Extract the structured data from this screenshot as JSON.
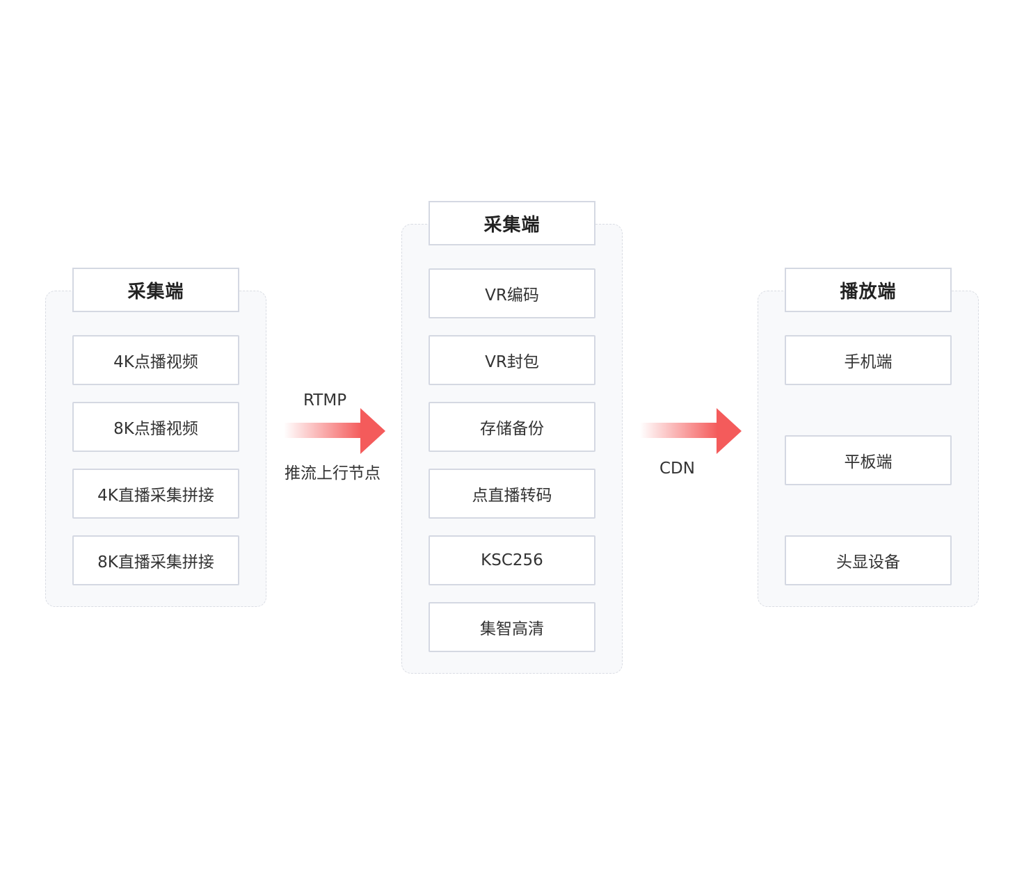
{
  "capture": {
    "title": "采集端",
    "items": [
      "4K点播视频",
      "8K点播视频",
      "4K直播采集拼接",
      "8K直播采集拼接"
    ]
  },
  "processing": {
    "title": "采集端",
    "items": [
      "VR编码",
      "VR封包",
      "存储备份",
      "点直播转码",
      "KSC256",
      "集智高清"
    ]
  },
  "playback": {
    "title": "播放端",
    "items": [
      "手机端",
      "平板端",
      "头显设备"
    ]
  },
  "links": {
    "push": {
      "top_label": "RTMP",
      "bottom_label": "推流上行节点"
    },
    "cdn": {
      "label": "CDN"
    }
  },
  "colors": {
    "arrow": "#f45b5b",
    "group_bg": "#f8f9fb",
    "box_border": "#d4d8e2"
  }
}
